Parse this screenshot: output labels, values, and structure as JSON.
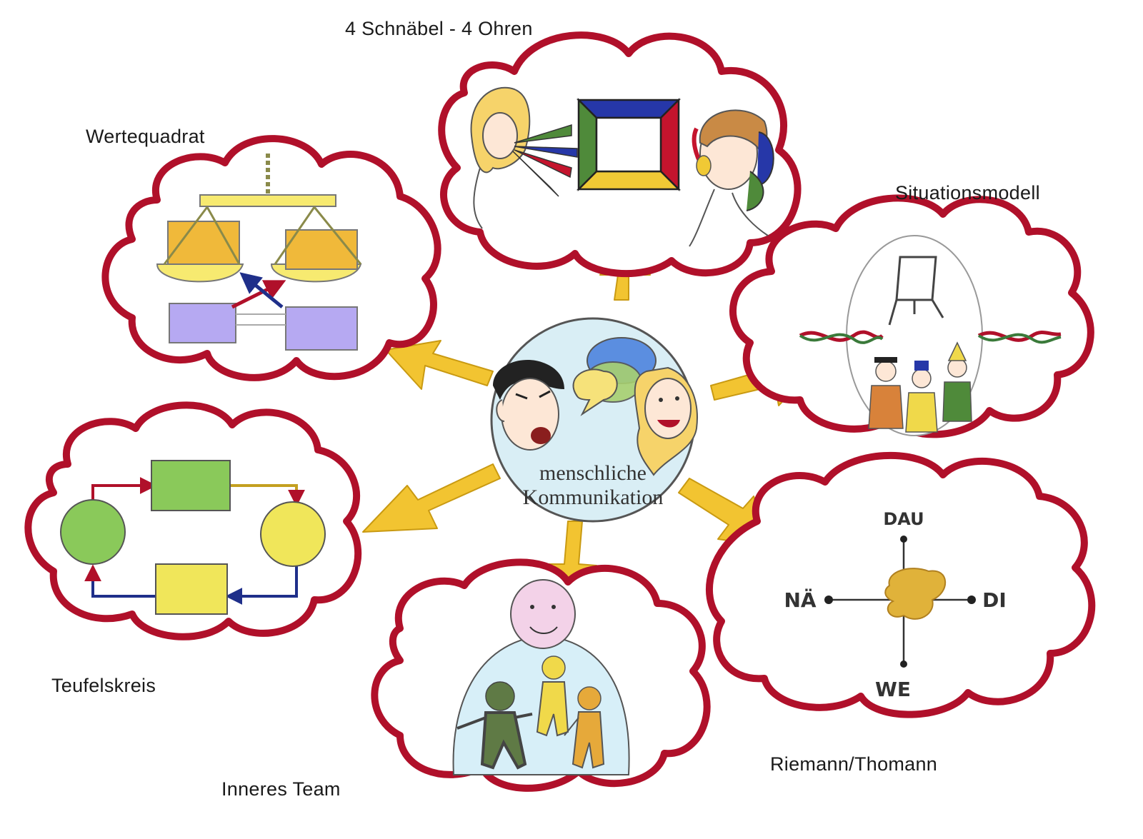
{
  "center": {
    "line1": "menschliche",
    "line2": "Kommunikation"
  },
  "nodes": {
    "vier_schnaebel": "4 Schnäbel - 4 Ohren",
    "wertequadrat": "Wertequadrat",
    "situationsmodell": "Situationsmodell",
    "teufelskreis": "Teufelskreis",
    "inneres_team": "Inneres Team",
    "riemann": "Riemann/Thomann"
  },
  "riemann_axes": {
    "top": "DAU",
    "left": "NÄ",
    "right": "DI",
    "bottom": "WE"
  },
  "colors": {
    "cloud_outline": "#b0102a",
    "arrow": "#f2c431",
    "center_bg": "#d9eef5"
  }
}
